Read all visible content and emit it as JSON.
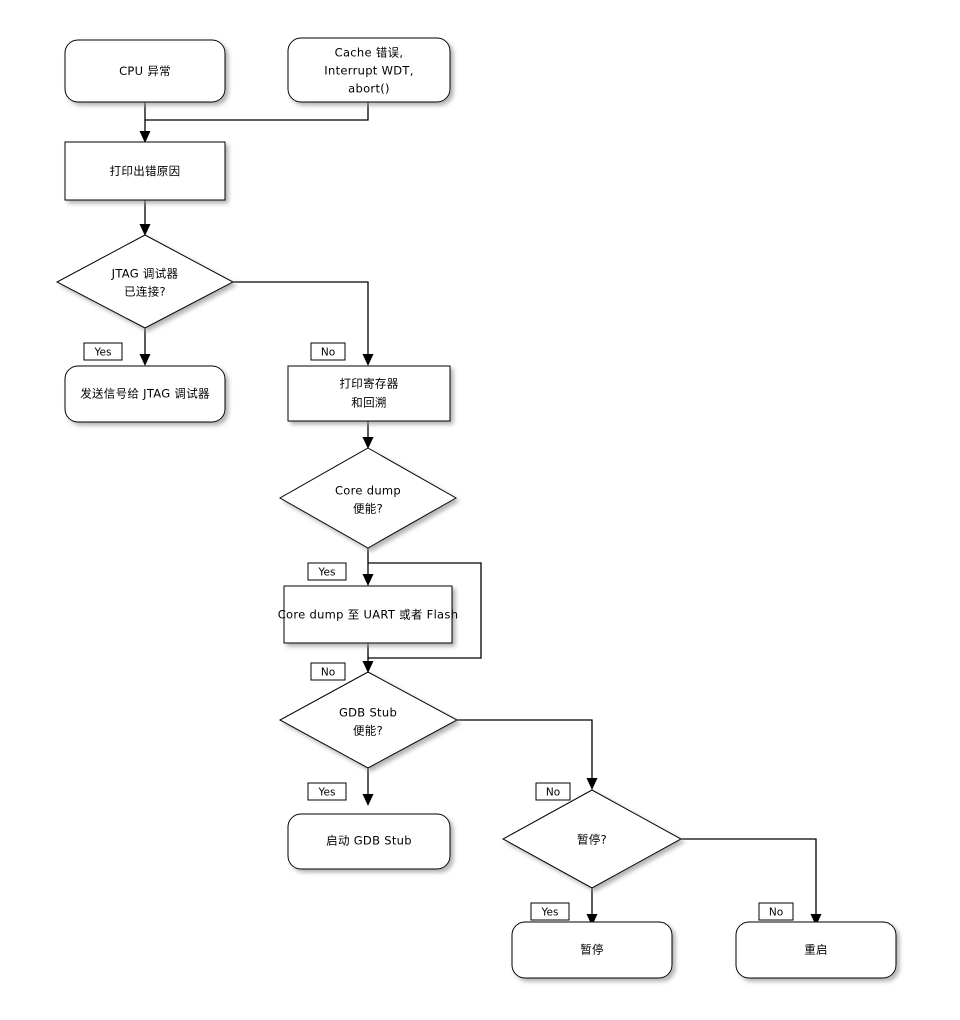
{
  "diagram": {
    "title": "ESP-IDF Panic Handler Flowchart",
    "background_color": "#ffffff",
    "stroke_color": "#000000",
    "fill_color": "#ffffff",
    "shadow_color": "#9a9a9a"
  },
  "nodes": {
    "cpu_exception": {
      "label": "CPU 异常",
      "shape": "rounded-rect",
      "lines": [
        "CPU 异常"
      ]
    },
    "cache_error": {
      "label": "Cache 错误, Interrupt WDT, abort()",
      "shape": "rounded-rect",
      "lines": [
        "Cache 错误,",
        "Interrupt WDT,",
        "abort()"
      ]
    },
    "print_reason": {
      "label": "打印出错原因",
      "shape": "rect",
      "lines": [
        "打印出错原因"
      ]
    },
    "jtag_check": {
      "label": "JTAG 调试器 已连接?",
      "shape": "diamond",
      "lines": [
        "JTAG 调试器",
        "已连接?"
      ]
    },
    "signal_jtag": {
      "label": "发送信号给 JTAG 调试器",
      "shape": "rounded-rect",
      "lines": [
        "发送信号给 JTAG 调试器"
      ]
    },
    "print_registers": {
      "label": "打印寄存器 和回溯",
      "shape": "rect",
      "lines": [
        "打印寄存器",
        "和回溯"
      ]
    },
    "coredump_check": {
      "label": "Core dump 便能?",
      "shape": "diamond",
      "lines": [
        "Core dump",
        "便能?"
      ]
    },
    "coredump_action": {
      "label": "Core dump 至 UART 或者 Flash",
      "shape": "rect",
      "lines": [
        "Core dump 至 UART 或者 Flash"
      ]
    },
    "gdbstub_check": {
      "label": "GDB Stub 便能?",
      "shape": "diamond",
      "lines": [
        "GDB Stub",
        "便能?"
      ]
    },
    "start_gdbstub": {
      "label": "启动 GDB Stub",
      "shape": "rounded-rect",
      "lines": [
        "启动 GDB Stub"
      ]
    },
    "halt_check": {
      "label": "暂停?",
      "shape": "diamond",
      "lines": [
        "暂停?"
      ]
    },
    "halt_action": {
      "label": "暂停",
      "shape": "rounded-rect",
      "lines": [
        "暂停"
      ]
    },
    "reboot_action": {
      "label": "重启",
      "shape": "rounded-rect",
      "lines": [
        "重启"
      ]
    }
  },
  "edge_labels": {
    "jtag_yes": "Yes",
    "jtag_no": "No",
    "coredump_yes": "Yes",
    "coredump_no": "No",
    "gdbstub_yes": "Yes",
    "gdbstub_no": "No",
    "halt_yes": "Yes",
    "halt_no": "No"
  }
}
